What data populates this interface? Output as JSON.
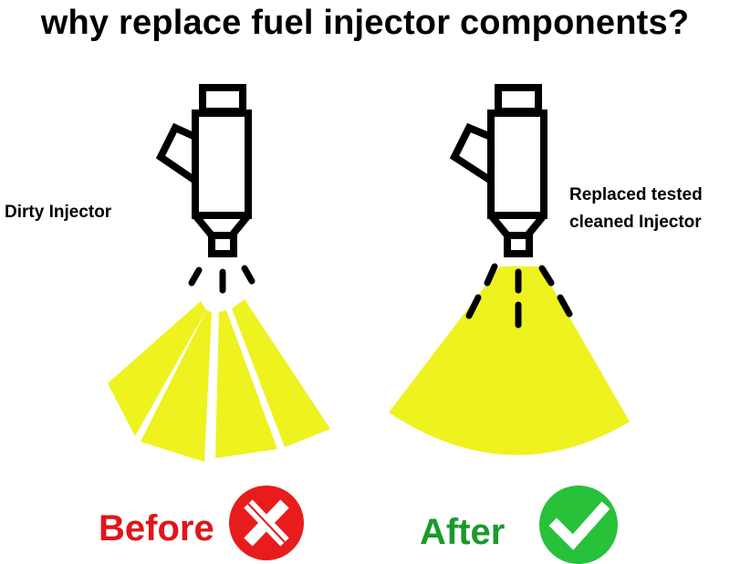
{
  "title": "why replace fuel injector components?",
  "left": {
    "label": "Dirty Injector",
    "verdict": "Before",
    "verdict_color": "#e0151b",
    "icon": "cross-icon"
  },
  "right": {
    "label_lines": [
      "Replaced tested",
      "cleaned Injector"
    ],
    "verdict": "After",
    "verdict_color": "#1a9a2a",
    "icon": "checkmark-icon"
  },
  "colors": {
    "spray": "#eef21f",
    "outline": "#000000",
    "cross_badge": "#e81c1c",
    "check_badge": "#27c13a"
  }
}
